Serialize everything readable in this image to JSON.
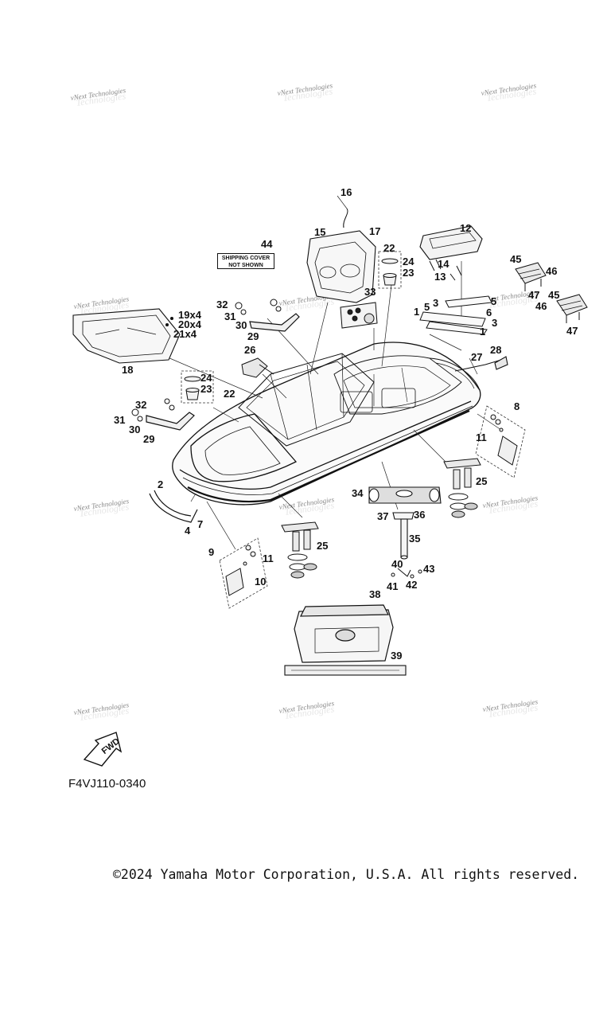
{
  "watermark": {
    "line1": "vNext Technologies",
    "line2": "Technologies"
  },
  "note": {
    "line1": "SHIPPING COVER",
    "line2": "NOT SHOWN"
  },
  "fwd_label": "FWD",
  "diagram_code": "F4VJ110-0340",
  "copyright": "©2024 Yamaha Motor Corporation, U.S.A. All rights reserved.",
  "callouts": {
    "c1a": "1",
    "c1b": "1",
    "c2": "2",
    "c3a": "3",
    "c3b": "3",
    "c4": "4",
    "c5a": "5",
    "c5b": "5",
    "c6": "6",
    "c7": "7",
    "c8": "8",
    "c9": "9",
    "c10": "10",
    "c11a": "11",
    "c11b": "11",
    "c12": "12",
    "c13": "13",
    "c14": "14",
    "c15": "15",
    "c16": "16",
    "c17": "17",
    "c18": "18",
    "c19": "19x4",
    "c20": "20x4",
    "c21": "21x4",
    "c22a": "22",
    "c22b": "22",
    "c23a": "23",
    "c23b": "23",
    "c24a": "24",
    "c24b": "24",
    "c25a": "25",
    "c25b": "25",
    "c26": "26",
    "c27": "27",
    "c28": "28",
    "c29a": "29",
    "c29b": "29",
    "c30a": "30",
    "c30b": "30",
    "c31a": "31",
    "c31b": "31",
    "c32a": "32",
    "c32b": "32",
    "c33": "33",
    "c34": "34",
    "c35": "35",
    "c36": "36",
    "c37": "37",
    "c38": "38",
    "c39": "39",
    "c40": "40",
    "c41": "41",
    "c42": "42",
    "c43": "43",
    "c44": "44",
    "c45a": "45",
    "c45b": "45",
    "c46a": "46",
    "c46b": "46",
    "c47a": "47",
    "c47b": "47"
  }
}
